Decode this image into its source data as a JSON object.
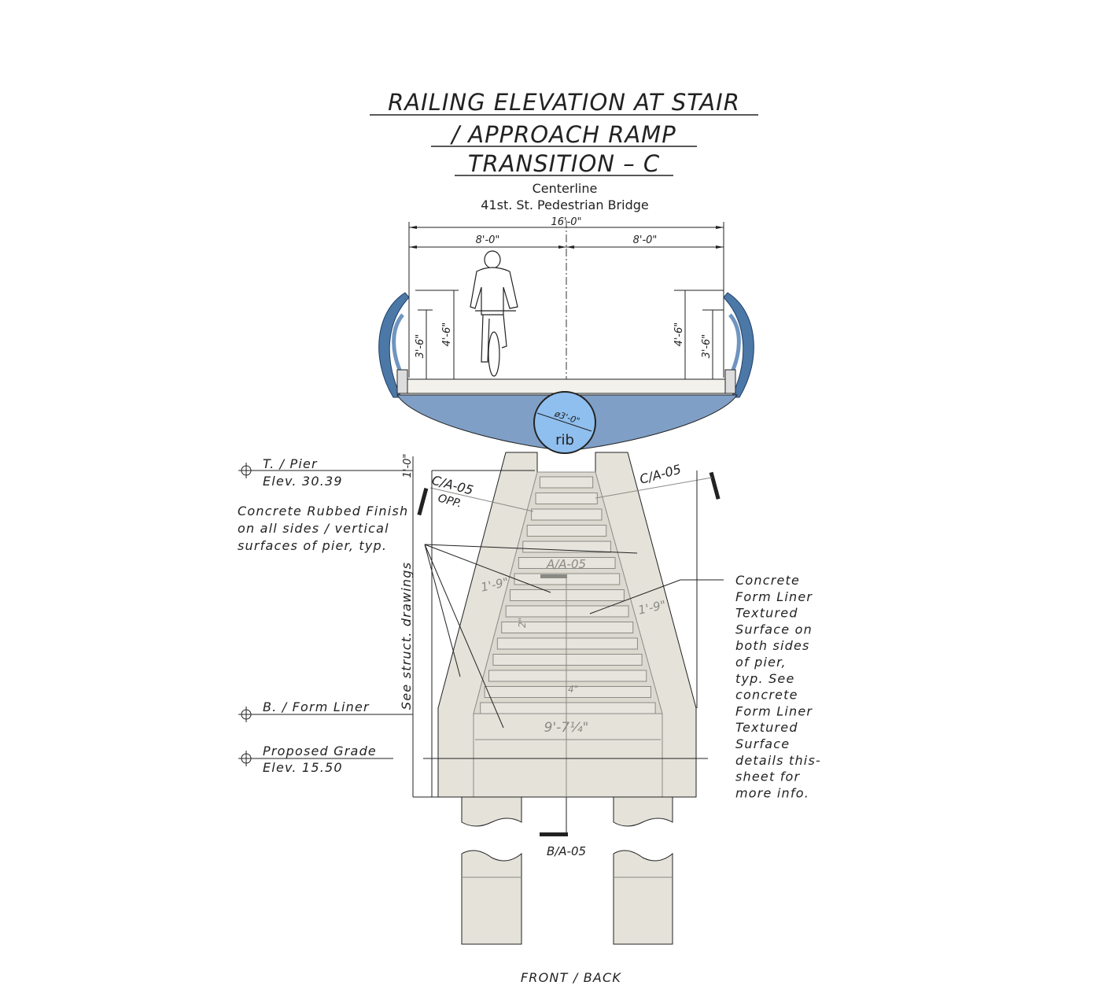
{
  "title": {
    "lines": [
      "RAILING ELEVATION AT STAIR",
      "/ APPROACH RAMP",
      "TRANSITION – C"
    ]
  },
  "centerline": {
    "line1": "Centerline",
    "line2": "41st. St. Pedestrian Bridge"
  },
  "dimensions": {
    "overall_width": "16'-0\"",
    "half_left": "8'-0\"",
    "half_right": "8'-0\"",
    "rail_high_left": "4'-6\"",
    "rail_low_left": "3'-6\"",
    "rail_high_right": "4'-6\"",
    "rail_low_right": "3'-6\"",
    "rib_diameter": "ø3'-0\"",
    "rib_label": "rib",
    "pier_cap": "1'-0\"",
    "liner_edge_left": "1'-9\"",
    "liner_edge_right": "1'-9\"",
    "rib_spacing": "2\"",
    "rib_depth": "4\"",
    "liner_width": "9'-7¼\""
  },
  "section_marks": {
    "c_left": "C/A-05",
    "c_left_note": "OPP.",
    "c_right": "C/A-05",
    "a": "A/A-05",
    "b": "B/A-05"
  },
  "elevations": {
    "top_pier_label": "T. / Pier",
    "top_pier_elev": "Elev. 30.39",
    "form_liner_label": "B. / Form Liner",
    "grade_label": "Proposed Grade",
    "grade_elev": "Elev. 15.50"
  },
  "notes": {
    "rubbed_finish": [
      "Concrete Rubbed Finish",
      "on all sides / vertical",
      "surfaces of pier, typ."
    ],
    "struct_ref": "See struct. drawings",
    "form_liner": [
      "Concrete",
      "Form Liner",
      "Textured",
      "Surface on",
      "both sides",
      "of pier,",
      "typ. See",
      "concrete",
      "Form Liner",
      "Textured",
      "Surface",
      "details this-",
      "sheet for",
      "more info."
    ]
  },
  "view_label": "FRONT / BACK",
  "colors": {
    "steel_blue": "#7f9fc6",
    "rib_blue": "#8fbfee",
    "concrete": "#e4e2d9",
    "rail_blue": "#4c78a8"
  }
}
